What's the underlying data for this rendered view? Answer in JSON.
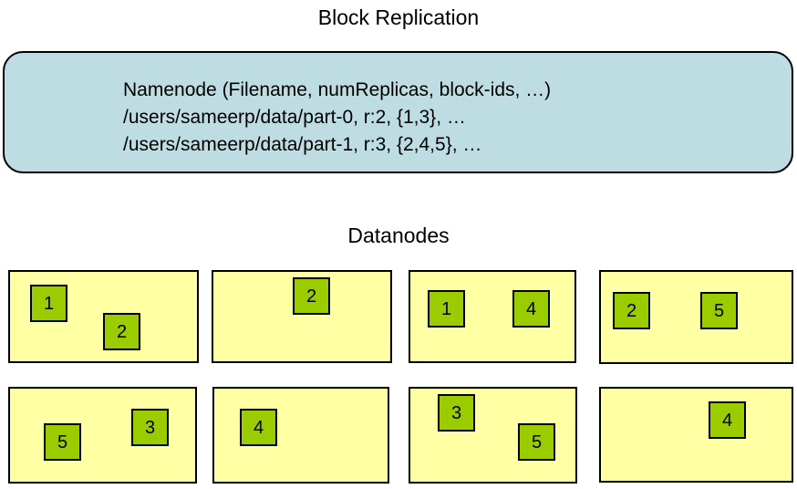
{
  "title": "Block Replication",
  "namenode": {
    "line1": "Namenode (Filename, numReplicas, block-ids, …)",
    "line2": "/users/sameerp/data/part-0, r:2, {1,3}, …",
    "line3": "/users/sameerp/data/part-1, r:3, {2,4,5}, …"
  },
  "datanodes_heading": "Datanodes",
  "datanodes": [
    [
      "1",
      "2"
    ],
    [
      "2"
    ],
    [
      "1",
      "4"
    ],
    [
      "2",
      "5"
    ],
    [
      "5",
      "3"
    ],
    [
      "4"
    ],
    [
      "3",
      "5"
    ],
    [
      "4"
    ]
  ],
  "colors": {
    "namenode_fill": "#BEDDE2",
    "datanode_fill": "#FFFFA3",
    "block_fill": "#9ACC00",
    "border": "#000000",
    "text": "#000000",
    "background": "#FFFFFF"
  }
}
